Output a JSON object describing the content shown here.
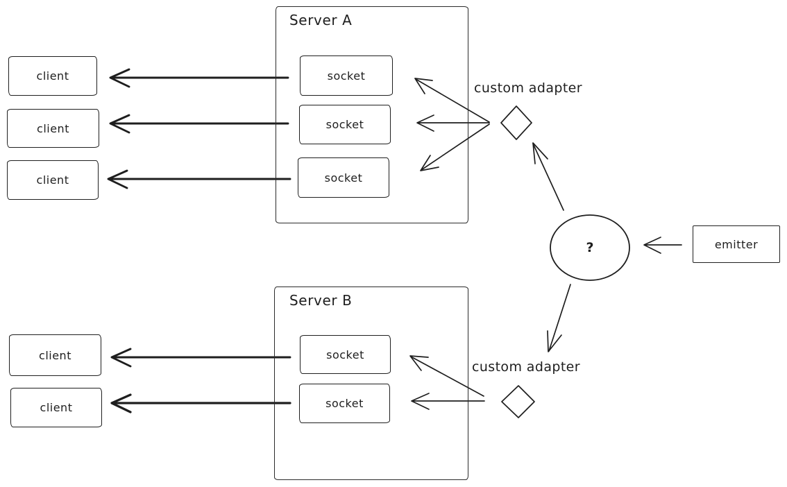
{
  "diagram": {
    "colors": {
      "stroke": "#1e1e1e",
      "background": "#ffffff"
    },
    "server_a": {
      "title": "Server A",
      "sockets": [
        "socket",
        "socket",
        "socket"
      ]
    },
    "server_b": {
      "title": "Server B",
      "sockets": [
        "socket",
        "socket"
      ]
    },
    "clients_top": [
      "client",
      "client",
      "client"
    ],
    "clients_bottom": [
      "client",
      "client"
    ],
    "adapter_top": {
      "label": "custom adapter"
    },
    "adapter_bottom": {
      "label": "custom adapter"
    },
    "hub": {
      "label": "?"
    },
    "emitter": {
      "label": "emitter"
    }
  }
}
